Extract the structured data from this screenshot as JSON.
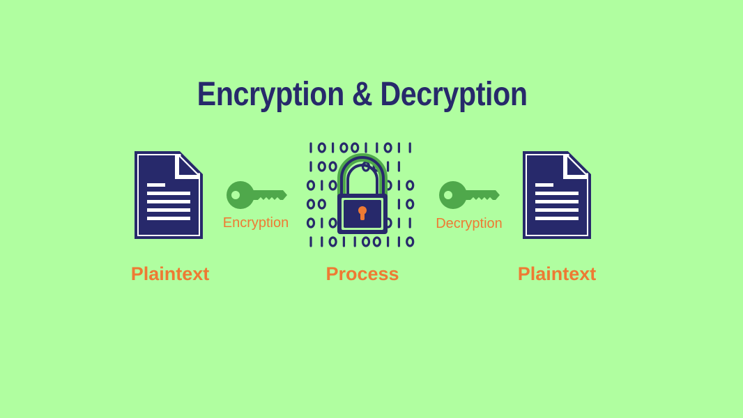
{
  "title": "Encryption & Decryption",
  "steps": {
    "left": {
      "label": "Plaintext",
      "icon": "document-icon"
    },
    "center": {
      "label": "Process",
      "icon": "padlock-binary-icon"
    },
    "right": {
      "label": "Plaintext",
      "icon": "document-icon"
    }
  },
  "arrows": {
    "encrypt": {
      "label": "Encryption",
      "icon": "key-icon"
    },
    "decrypt": {
      "label": "Decryption",
      "icon": "key-icon"
    }
  },
  "binary_rows": [
    "1010011011",
    "100  0011",
    "010    010",
    "00      10",
    "010    011",
    "1101100110"
  ],
  "colors": {
    "background": "#b0fea0",
    "navy": "#27296b",
    "orange": "#ee7a33",
    "key_green": "#4fa84b",
    "white": "#ffffff"
  }
}
